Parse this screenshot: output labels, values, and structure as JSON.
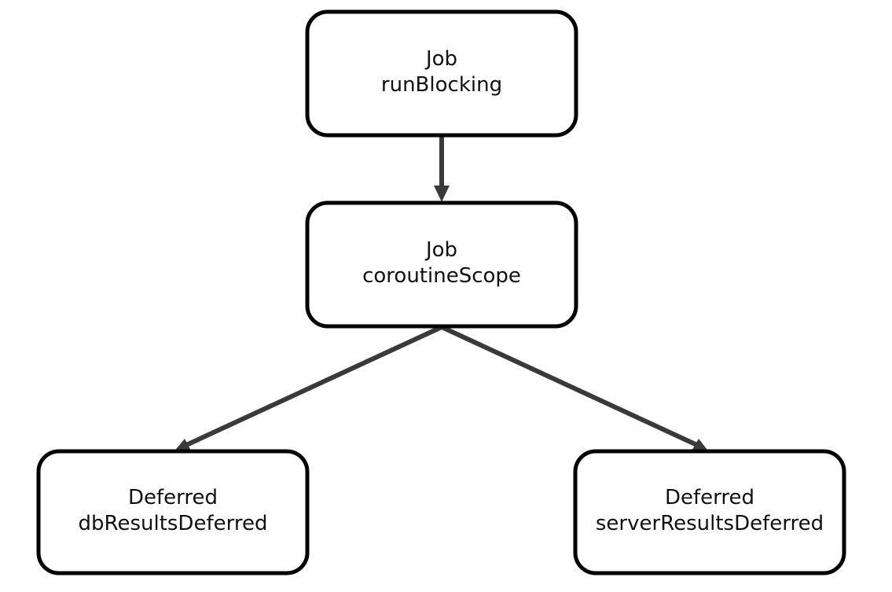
{
  "nodes": [
    {
      "id": "run-blocking",
      "type_label": "Job",
      "name_label": "runBlocking"
    },
    {
      "id": "coroutine-scope",
      "type_label": "Job",
      "name_label": "coroutineScope"
    },
    {
      "id": "db-results",
      "type_label": "Deferred",
      "name_label": "dbResultsDeferred"
    },
    {
      "id": "server-results",
      "type_label": "Deferred",
      "name_label": "serverResultsDeferred"
    }
  ],
  "edges": [
    {
      "from": "run-blocking",
      "to": "coroutine-scope"
    },
    {
      "from": "coroutine-scope",
      "to": "db-results"
    },
    {
      "from": "coroutine-scope",
      "to": "server-results"
    }
  ],
  "colors": {
    "node_border": "#000000",
    "edge": "#3a3a3a",
    "background": "#ffffff"
  }
}
